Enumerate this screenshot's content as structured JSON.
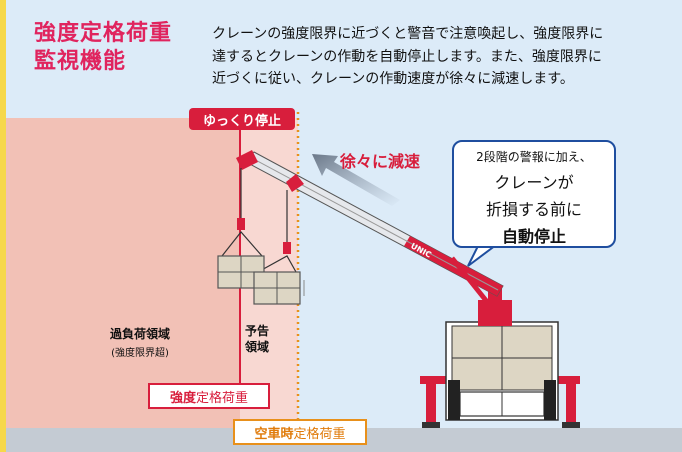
{
  "title": {
    "line1": "強度定格荷重",
    "line2": "監視機能"
  },
  "description": {
    "line1": "クレーンの強度限界に近づくと警音で注意喚起し、強度限界に",
    "line2": "達するとクレーンの作動を自動停止します。また、強度限界に",
    "line3": "近づくに従い、クレーンの作動速度が徐々に減速します。"
  },
  "labels": {
    "slow_stop": "ゆっくり停止",
    "decelerate": "徐々に減速",
    "overload_zone": "過負荷領域",
    "overload_zone_sub": "(強度限界超)",
    "warning_zone_1": "予告",
    "warning_zone_2": "領域",
    "strength_rated_load_bold": "強度",
    "strength_rated_load_rest": "定格荷重",
    "empty_rated_load_bold": "空車時",
    "empty_rated_load_rest": "定格荷重",
    "boom_brand": "UNIC"
  },
  "callout": {
    "line1": "2段階の警報に加え、",
    "line2": "クレーンが",
    "line3": "折損する前に",
    "line4": "自動停止"
  },
  "colors": {
    "title": "#e0245e",
    "accent_red": "#d81e3c",
    "accent_orange": "#e8901b",
    "callout_border": "#1f4e9f",
    "frame_yellow": "#f6d84a",
    "background_blue": "#dcebf8",
    "overload_zone": "#f2c1b6",
    "warning_zone": "#f8d8d2",
    "ground": "#c4cbd3"
  }
}
